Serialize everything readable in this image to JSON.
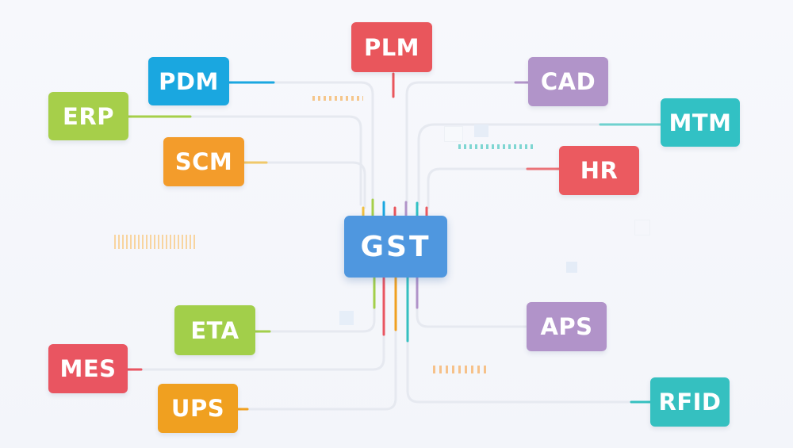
{
  "hub": {
    "label": "GST",
    "color": "#4f97df"
  },
  "systems": [
    {
      "id": "plm",
      "label": "PLM",
      "color": "#e9565c"
    },
    {
      "id": "pdm",
      "label": "PDM",
      "color": "#1aa7e0"
    },
    {
      "id": "erp",
      "label": "ERP",
      "color": "#a6cf4a"
    },
    {
      "id": "scm",
      "label": "SCM",
      "color": "#f39c2b"
    },
    {
      "id": "cad",
      "label": "CAD",
      "color": "#b194c9"
    },
    {
      "id": "mtm",
      "label": "MTM",
      "color": "#32c1c4"
    },
    {
      "id": "hr",
      "label": "HR",
      "color": "#eb5a60"
    },
    {
      "id": "eta",
      "label": "ETA",
      "color": "#a2cf4a"
    },
    {
      "id": "mes",
      "label": "MES",
      "color": "#e95561"
    },
    {
      "id": "ups",
      "label": "UPS",
      "color": "#f0a020"
    },
    {
      "id": "aps",
      "label": "APS",
      "color": "#b193c9"
    },
    {
      "id": "rfid",
      "label": "RFID",
      "color": "#35c0c0"
    }
  ]
}
